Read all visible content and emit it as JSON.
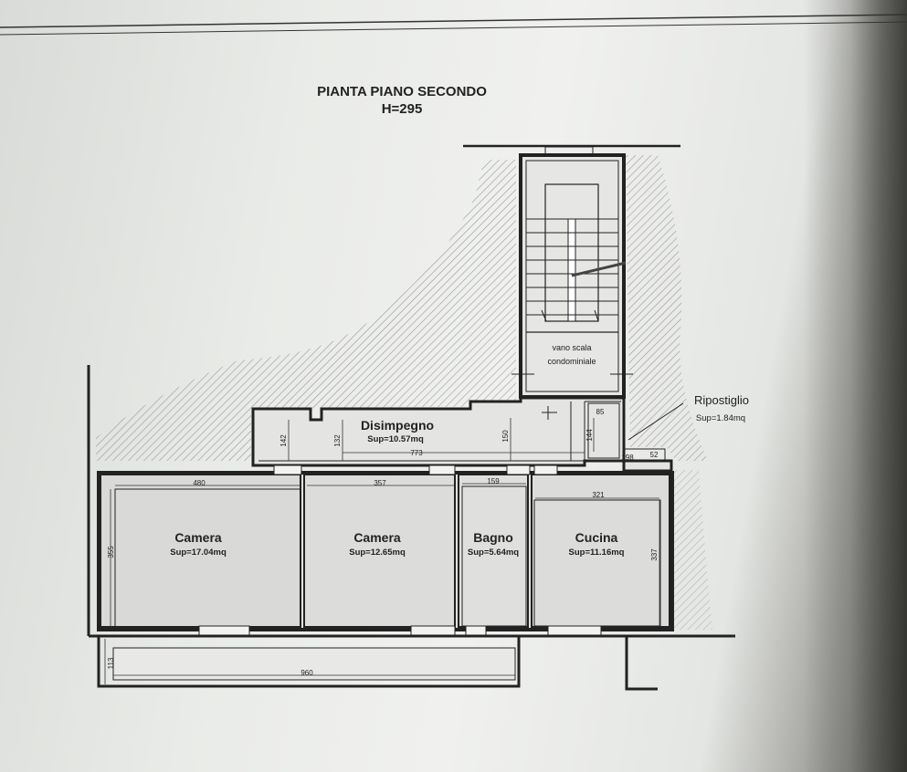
{
  "title": "PIANTA PIANO SECONDO",
  "height_label": "H=295",
  "stair": {
    "line1": "vano scala",
    "line2": "condominiale"
  },
  "rooms": {
    "disimpegno": {
      "name": "Disimpegno",
      "area": "Sup=10.57mq"
    },
    "camera1": {
      "name": "Camera",
      "area": "Sup=17.04mq"
    },
    "camera2": {
      "name": "Camera",
      "area": "Sup=12.65mq"
    },
    "bagno": {
      "name": "Bagno",
      "area": "Sup=5.64mq"
    },
    "cucina": {
      "name": "Cucina",
      "area": "Sup=11.16mq"
    },
    "ripostiglio": {
      "name": "Ripostiglio",
      "area": "Sup=1.84mq"
    }
  },
  "dims": {
    "d142": "142",
    "d132": "132",
    "d773": "773",
    "d150": "150",
    "d144": "144",
    "d85": "85",
    "d198": "198",
    "d52": "52",
    "d480": "480",
    "d357": "357",
    "d159": "159",
    "d321": "321",
    "d355": "355",
    "d337": "337",
    "d113": "113",
    "d960": "960"
  }
}
